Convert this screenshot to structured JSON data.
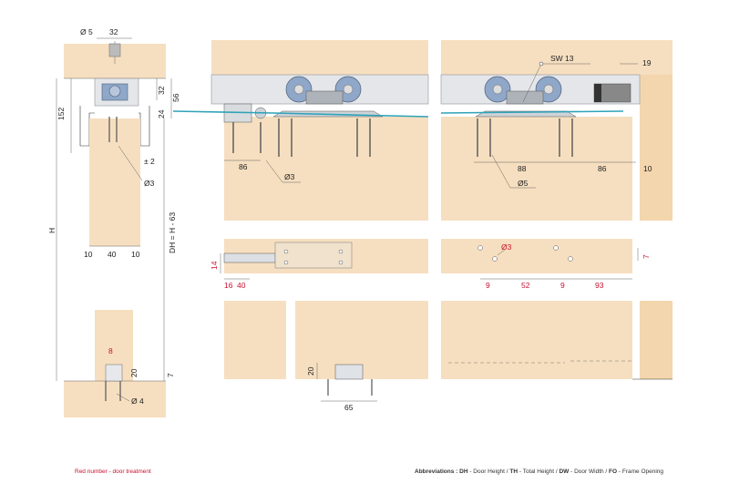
{
  "dimensions": {
    "side": {
      "dia_top": "Ø 5",
      "width_top": "32",
      "height_152": "152",
      "height_32": "32",
      "height_56": "56",
      "height_24": "24",
      "tolerance": "± 2",
      "dia_3": "Ø3",
      "H": "H",
      "DH": "DH = H - 63",
      "bottom_10a": "10",
      "bottom_40": "40",
      "bottom_10b": "10",
      "floor_8": "8",
      "floor_20": "20",
      "floor_7": "7",
      "floor_dia4": "Ø 4"
    },
    "top_left": {
      "d86": "86",
      "dia3": "Ø3"
    },
    "top_right": {
      "sw13": "SW 13",
      "d19": "19",
      "d88": "88",
      "d86": "86",
      "d10": "10",
      "dia5": "Ø5"
    },
    "mid_left": {
      "d14": "14",
      "d16": "16",
      "d40": "40"
    },
    "mid_right": {
      "dia3": "Ø3",
      "d7": "7",
      "d9a": "9",
      "d52": "52",
      "d9b": "9",
      "d93": "93"
    },
    "bottom": {
      "d20": "20",
      "d65": "65"
    }
  },
  "colors": {
    "red": "#c8102e",
    "wood": "#f6dfc0",
    "wire": "#2fa3b8"
  },
  "footer": {
    "left": "Red number - door treatment",
    "right_prefix": "Abbreviations : ",
    "items": [
      {
        "abbr": "DH",
        "text": " - Door Height / "
      },
      {
        "abbr": "TH",
        "text": " - Total Height / "
      },
      {
        "abbr": "DW",
        "text": " - Door Width / "
      },
      {
        "abbr": "FO",
        "text": " - Frame Opening"
      }
    ]
  }
}
